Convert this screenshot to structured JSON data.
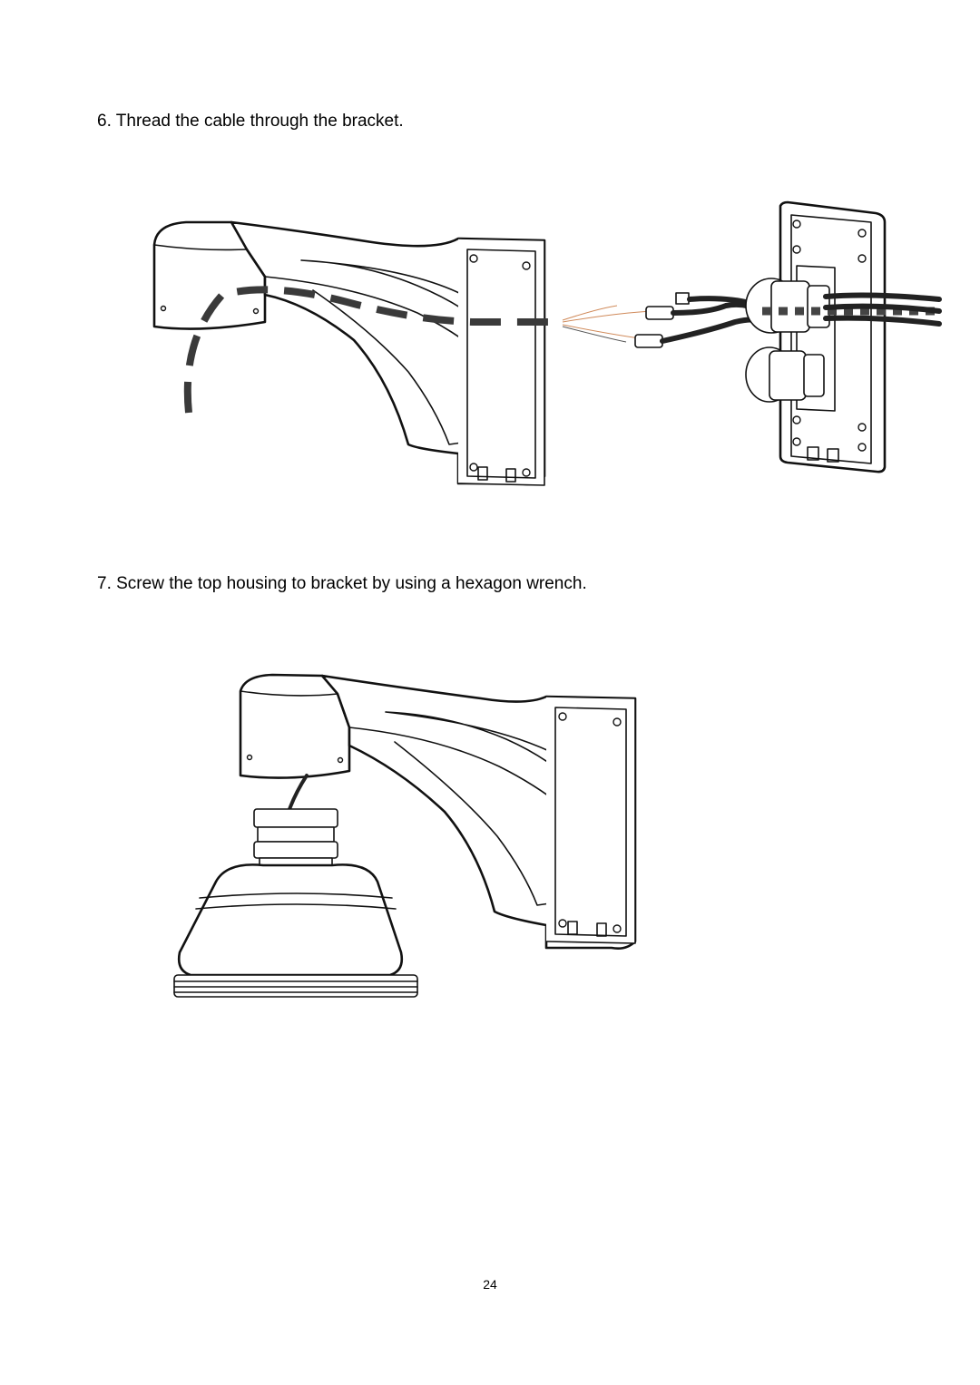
{
  "steps": {
    "step6": "6. Thread the cable through the bracket.",
    "step7": "7. Screw the top housing to bracket by using a hexagon wrench."
  },
  "footer": {
    "page_number": "24"
  }
}
